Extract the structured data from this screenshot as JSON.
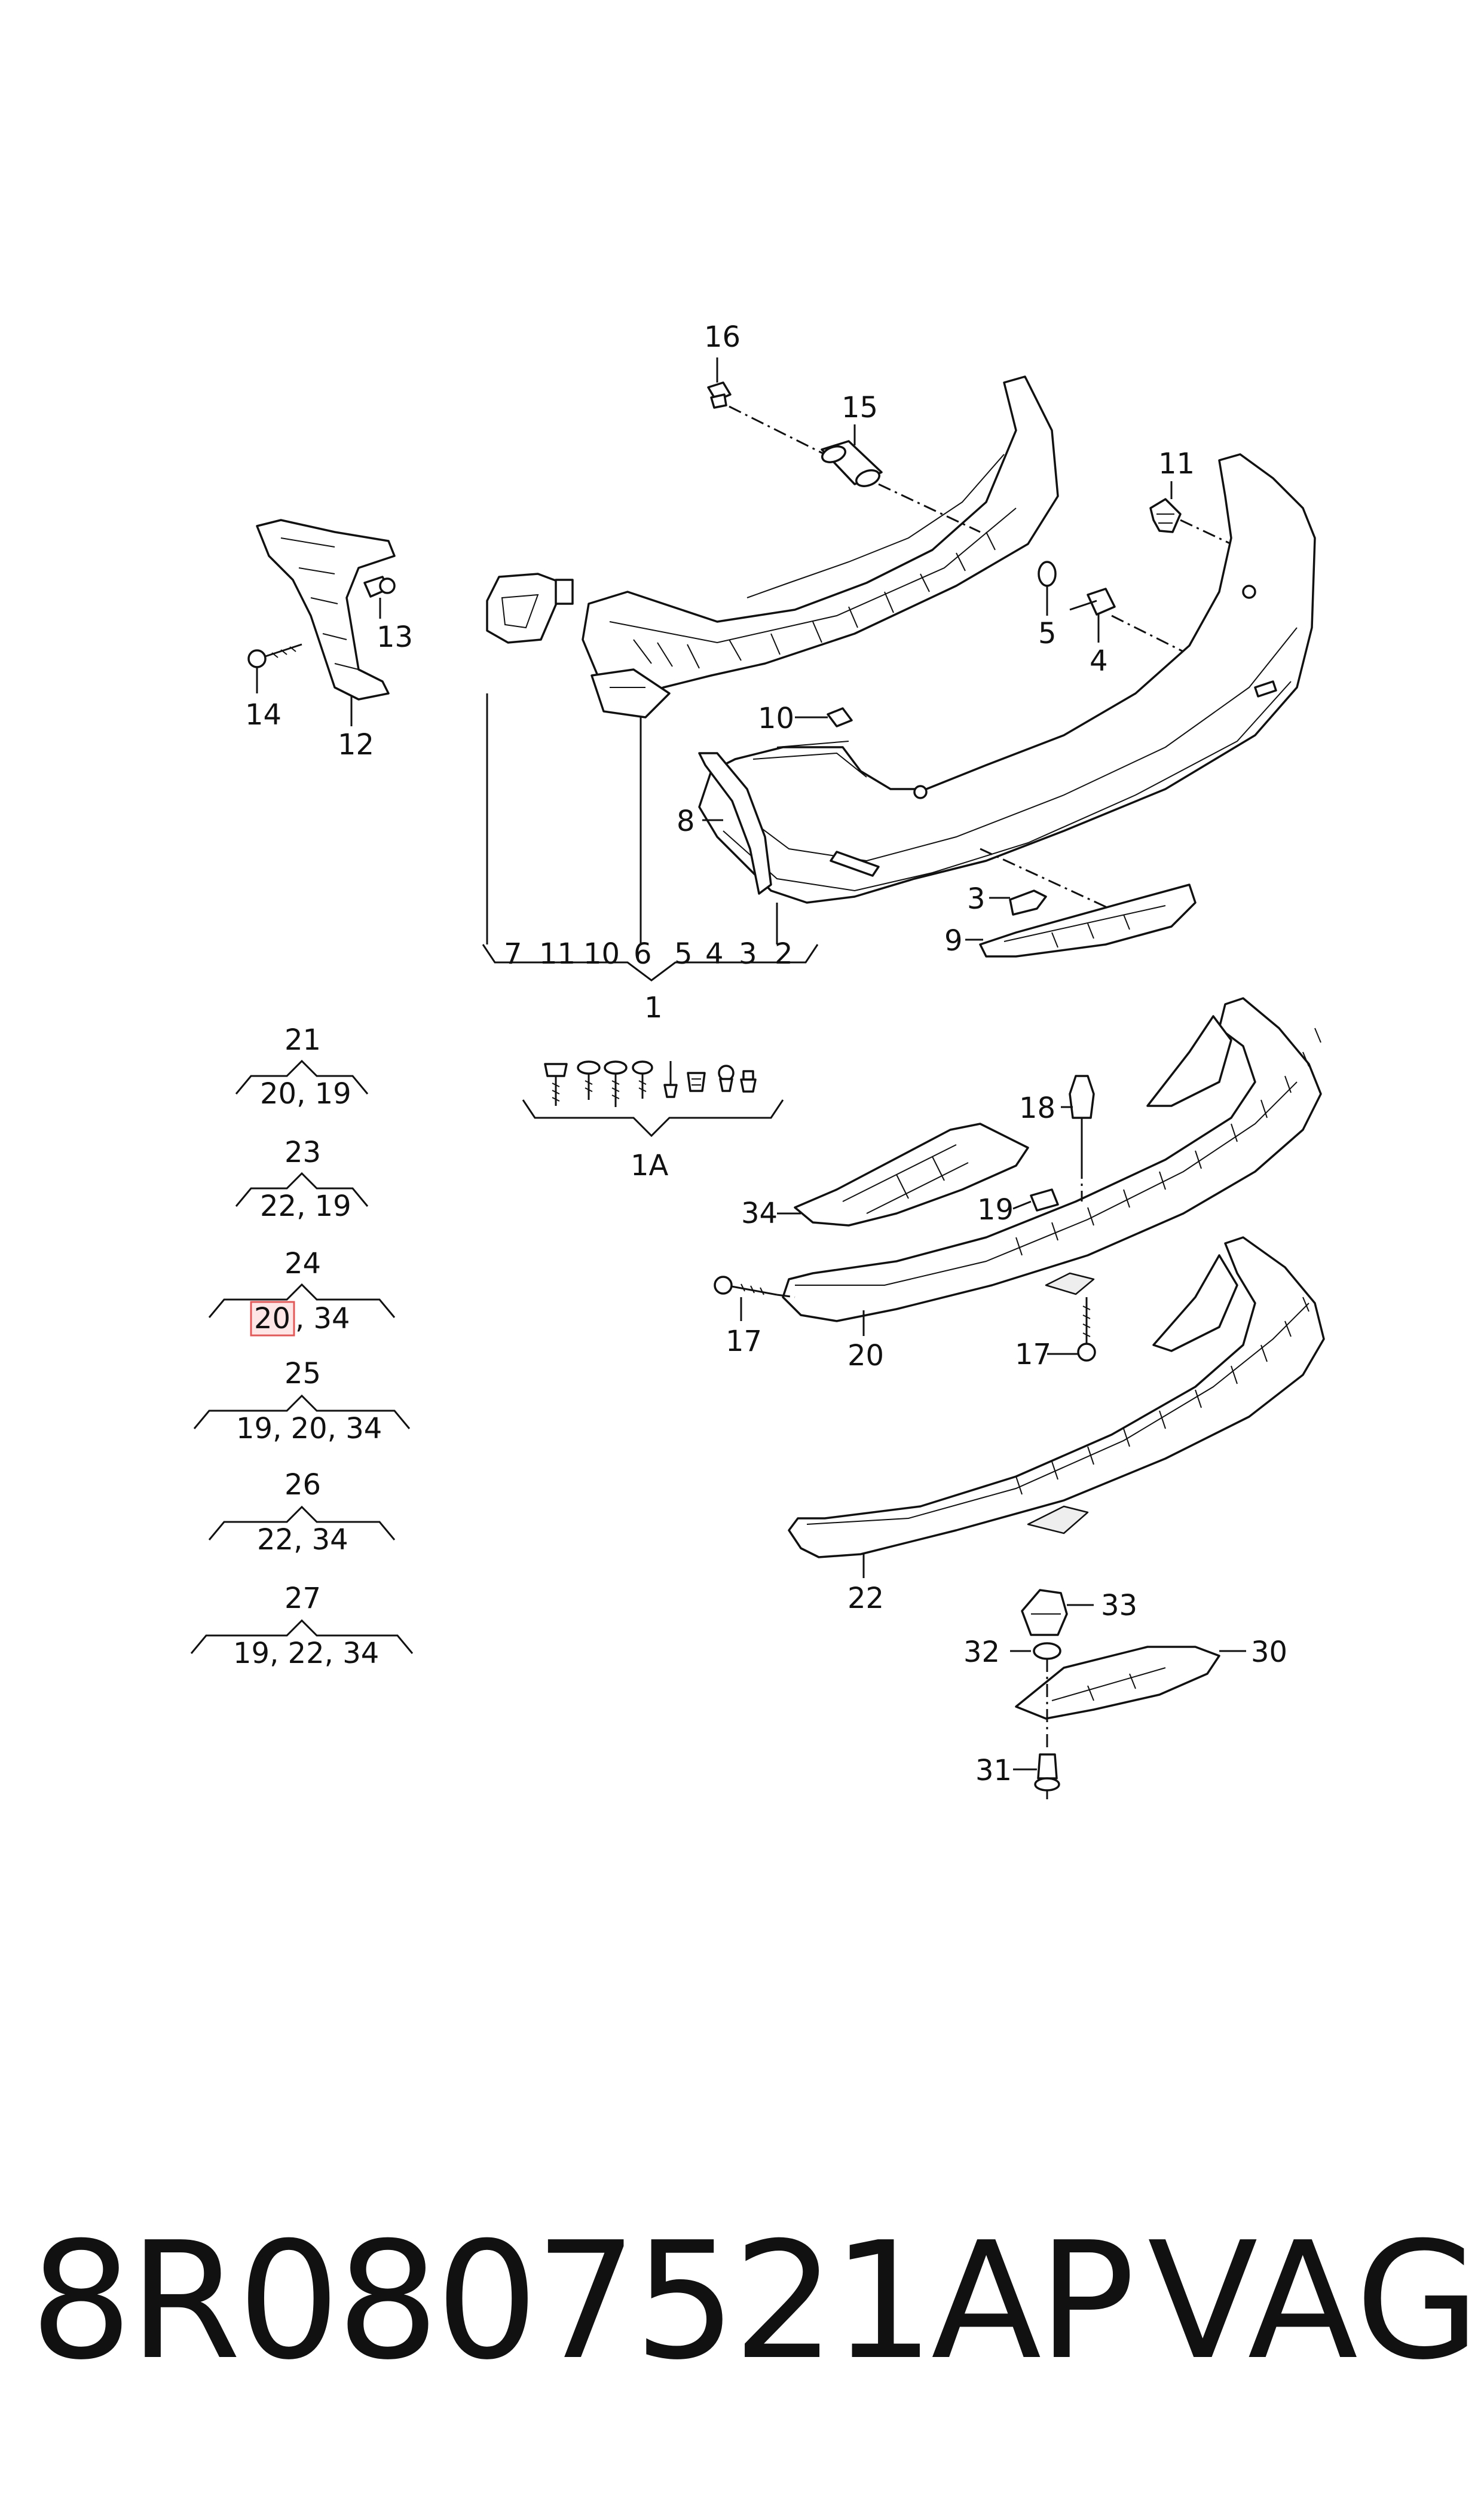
{
  "callouts": {
    "c16": "16",
    "c15": "15",
    "c11": "11",
    "c13": "13",
    "c14": "14",
    "c12": "12",
    "c5": "5",
    "c4": "4",
    "c10": "10",
    "c8": "8",
    "c3": "3",
    "c9": "9",
    "c18": "18",
    "c19": "19",
    "c34": "34",
    "c17a": "17",
    "c17b": "17",
    "c20": "20",
    "c22": "22",
    "c33": "33",
    "c32": "32",
    "c30": "30",
    "c31": "31"
  },
  "main_group": {
    "items": [
      "7",
      "11",
      "10",
      "6",
      "5",
      "4",
      "3",
      "2"
    ],
    "label": "1"
  },
  "group_1a": {
    "label": "1A"
  },
  "kit_list": [
    {
      "title": "21",
      "contents": "20, 19"
    },
    {
      "title": "23",
      "contents": "22, 19"
    },
    {
      "title": "24",
      "contents_highlight": "20",
      "contents_rest": ", 34"
    },
    {
      "title": "25",
      "contents": "19, 20, 34"
    },
    {
      "title": "26",
      "contents": "22, 34"
    },
    {
      "title": "27",
      "contents": "19, 22, 34"
    }
  ],
  "highlight_color": "#e05a5a",
  "footer": {
    "part_number": "8R0807521AP",
    "brand": "VAG"
  }
}
